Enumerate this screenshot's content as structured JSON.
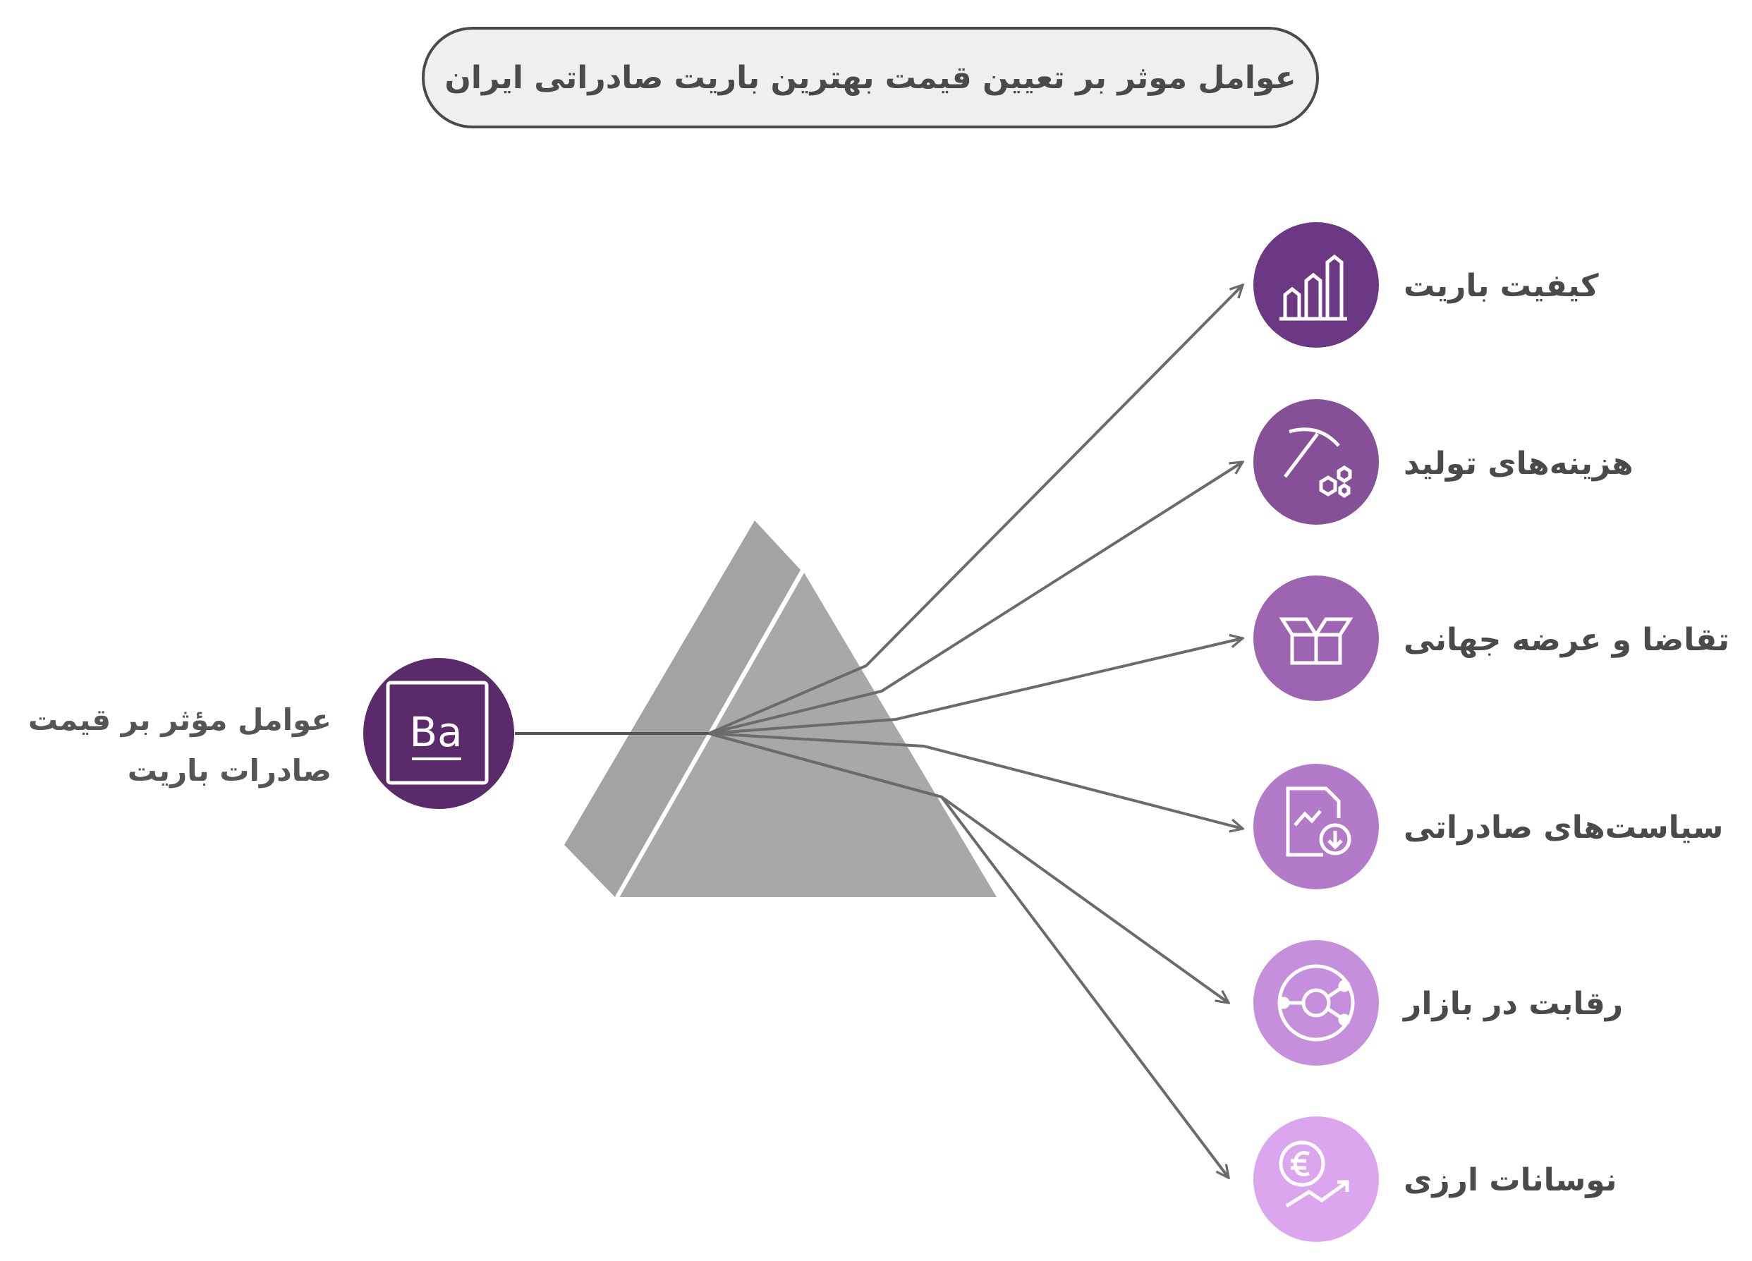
{
  "title": "عوامل موثر بر تعیین قیمت بهترین باریت صادراتی ایران",
  "source": {
    "label": "عوامل مؤثر بر قیمت صادرات باریت",
    "symbol": "Ba",
    "color": "#5b2a6b"
  },
  "factors": [
    {
      "label": "کیفیت باریت",
      "icon": "bar-chart-icon",
      "color": "#6c3783"
    },
    {
      "label": "هزینه‌های تولید",
      "icon": "pickaxe-icon",
      "color": "#855097"
    },
    {
      "label": "تقاضا و عرضه جهانی",
      "icon": "open-box-icon",
      "color": "#9d64b1"
    },
    {
      "label": "سیاست‌های صادراتی",
      "icon": "document-download-icon",
      "color": "#b27ac9"
    },
    {
      "label": "رقابت در بازار",
      "icon": "competition-ring-icon",
      "color": "#c58fdc"
    },
    {
      "label": "نوسانات ارزی",
      "icon": "currency-growth-icon",
      "color": "#dca6ef"
    }
  ],
  "colors": {
    "prism": "#a6a6a6",
    "prism_face": "#9a9a9a",
    "arrow": "#6b6b6b",
    "text": "#4a4a4a"
  }
}
